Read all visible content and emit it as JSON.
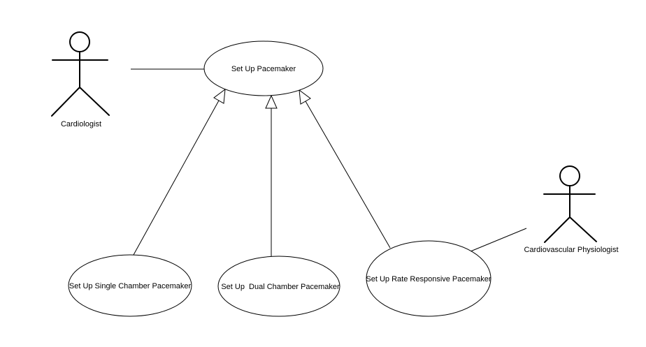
{
  "diagram": {
    "kind": "uml-use-case-diagram",
    "background_color": "#ffffff",
    "stroke_color": "#000000",
    "actors": [
      {
        "label": "Cardiologist",
        "icon": "stick-figure-actor-icon"
      },
      {
        "label": "Cardiovascular Physiologist",
        "icon": "stick-figure-actor-icon"
      }
    ],
    "use_cases": [
      {
        "label": "Set Up Pacemaker"
      },
      {
        "label": "Set Up Single Chamber Pacemaker"
      },
      {
        "label": "Set Up  Dual Chamber Pacemaker"
      },
      {
        "label": "Set Up Rate Responsive Pacemaker"
      }
    ],
    "relationships": [
      {
        "type": "association",
        "from": "Cardiologist",
        "to": "Set Up Pacemaker"
      },
      {
        "type": "association",
        "from": "Cardiovascular Physiologist",
        "to": "Set Up Rate Responsive Pacemaker"
      },
      {
        "type": "generalization",
        "from": "Set Up Single Chamber Pacemaker",
        "to": "Set Up Pacemaker"
      },
      {
        "type": "generalization",
        "from": "Set Up  Dual Chamber Pacemaker",
        "to": "Set Up Pacemaker"
      },
      {
        "type": "generalization",
        "from": "Set Up Rate Responsive Pacemaker",
        "to": "Set Up Pacemaker"
      }
    ]
  }
}
